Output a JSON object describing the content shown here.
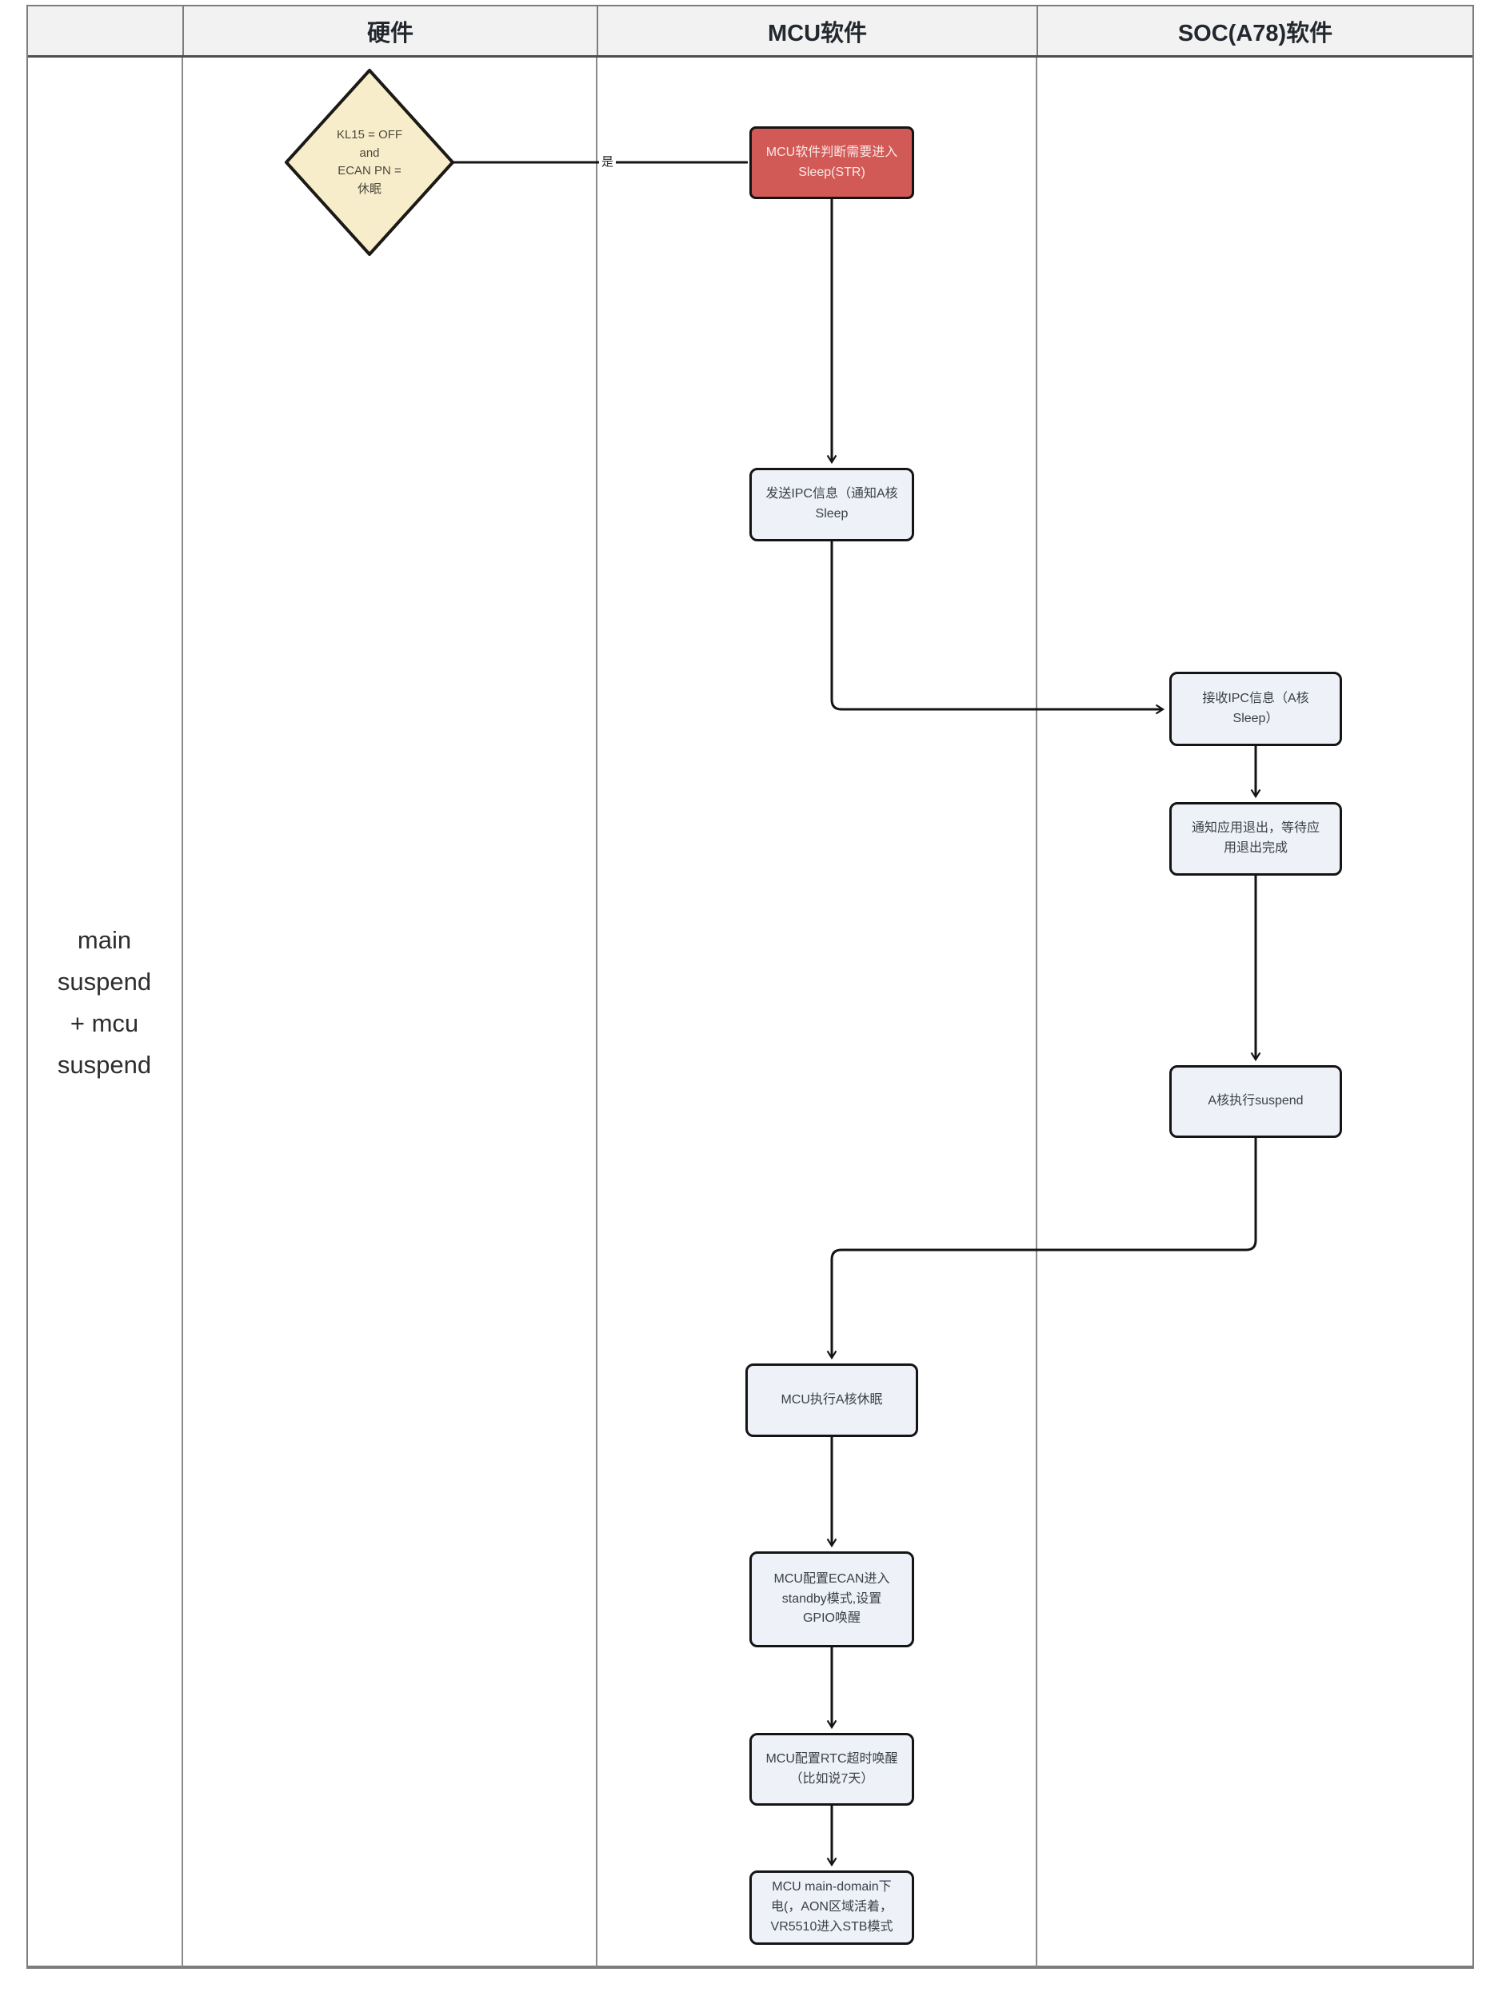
{
  "lanes": {
    "label_header": "",
    "hardware": "硬件",
    "mcu": "MCU软件",
    "soc": "SOC(A78)软件"
  },
  "row_label": "main\nsuspend\n+ mcu\nsuspend",
  "nodes": {
    "decision_kl15": {
      "text": "KL15 = OFF\nand\nECAN PN =\n休眠",
      "type": "decision"
    },
    "mcu_judge_sleep": {
      "text": "MCU软件判断需要进入\nSleep(STR)",
      "type": "alert-process"
    },
    "send_ipc": {
      "text": "发送IPC信息（通知A核\nSleep",
      "type": "process"
    },
    "recv_ipc": {
      "text": "接收IPC信息（A核\nSleep）",
      "type": "process"
    },
    "notify_apps_exit": {
      "text": "通知应用退出，等待应\n用退出完成",
      "type": "process"
    },
    "a_core_suspend": {
      "text": "A核执行suspend",
      "type": "process"
    },
    "mcu_exec_a_sleep": {
      "text": "MCU执行A核休眠",
      "type": "process"
    },
    "ecan_standby": {
      "text": "MCU配置ECAN进入\nstandby模式,设置\nGPIO唤醒",
      "type": "process"
    },
    "rtc_wakeup": {
      "text": "MCU配置RTC超时唤醒\n（比如说7天）",
      "type": "process"
    },
    "main_domain_off": {
      "text": "MCU main-domain下\n电(，AON区域活着，\nVR5510进入STB模式",
      "type": "process"
    }
  },
  "edge_labels": {
    "yes": "是"
  },
  "edges": [
    {
      "from": "decision_kl15",
      "to": "mcu_judge_sleep",
      "label": "是"
    },
    {
      "from": "mcu_judge_sleep",
      "to": "send_ipc",
      "label": ""
    },
    {
      "from": "send_ipc",
      "to": "recv_ipc",
      "label": ""
    },
    {
      "from": "recv_ipc",
      "to": "notify_apps_exit",
      "label": ""
    },
    {
      "from": "notify_apps_exit",
      "to": "a_core_suspend",
      "label": ""
    },
    {
      "from": "a_core_suspend",
      "to": "mcu_exec_a_sleep",
      "label": ""
    },
    {
      "from": "mcu_exec_a_sleep",
      "to": "ecan_standby",
      "label": ""
    },
    {
      "from": "ecan_standby",
      "to": "rtc_wakeup",
      "label": ""
    },
    {
      "from": "rtc_wakeup",
      "to": "main_domain_off",
      "label": ""
    }
  ],
  "colors": {
    "decision_fill": "#f8edca",
    "process_fill": "#eef1f8",
    "alert_fill": "#d15956",
    "stroke": "#141414",
    "header_bg": "#f2f2f2",
    "grid": "#8a8a8a"
  }
}
